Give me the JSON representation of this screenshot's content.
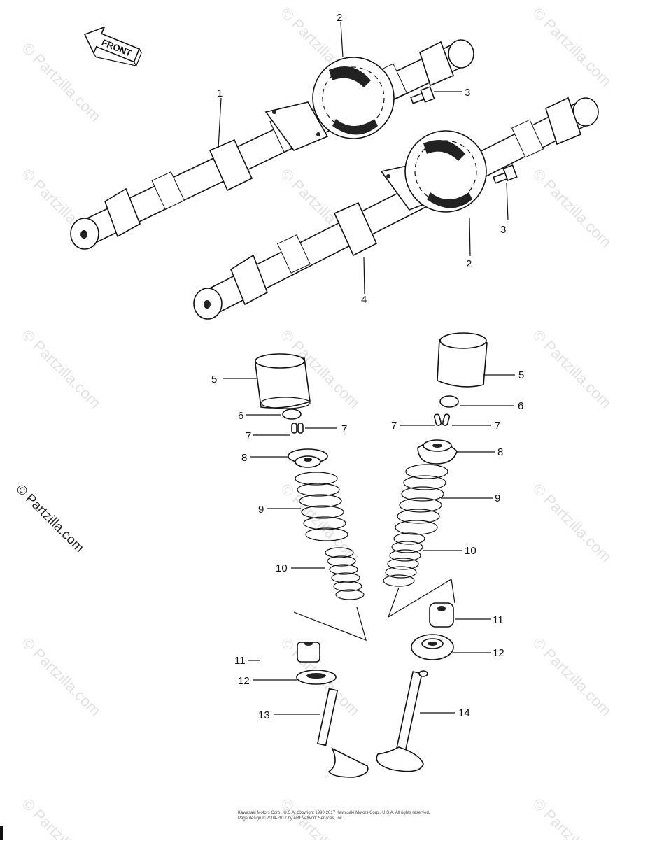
{
  "front_label": "FRONT",
  "watermark": "© Partzilla.com",
  "side_watermark": "© Partzilla.com",
  "copyright_lines": [
    "Kawasaki Motors Corp., U.S.A. copyright 1990-2017 Kawasaki Motors Corp., U.S.A. All rights reserved.",
    "Page design © 2004-2017 by ARI Network Services, Inc."
  ],
  "callouts": {
    "c1": "1",
    "c2a": "2",
    "c3a": "3",
    "c2b": "2",
    "c3b": "3",
    "c4": "4",
    "c5a": "5",
    "c5b": "5",
    "c6a": "6",
    "c6b": "6",
    "c7a": "7",
    "c7b": "7",
    "c7c": "7",
    "c7d": "7",
    "c8a": "8",
    "c8b": "8",
    "c9a": "9",
    "c9b": "9",
    "c10a": "10",
    "c10b": "10",
    "c11a": "11",
    "c11b": "11",
    "c12a": "12",
    "c12b": "12",
    "c13": "13",
    "c14": "14"
  }
}
